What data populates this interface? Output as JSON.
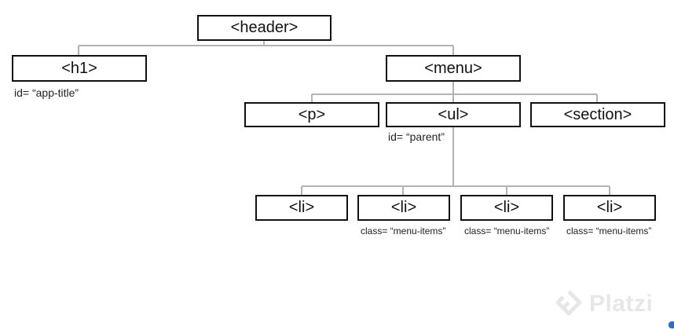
{
  "nodes": {
    "header": "<header>",
    "h1": "<h1>",
    "menu": "<menu>",
    "p": "<p>",
    "ul": "<ul>",
    "section": "<section>",
    "li_1": "<li>",
    "li_2": "<li>",
    "li_3": "<li>",
    "li_4": "<li>"
  },
  "attributes": {
    "h1_id": "id= “app-title”",
    "ul_id": "id= “parent”",
    "li_2_class": "class= “menu-items”",
    "li_3_class": "class= “menu-items”",
    "li_4_class": "class= “menu-items”"
  },
  "watermark": {
    "text": "Platzi"
  },
  "colors": {
    "connector": "#b3b3b3",
    "box_border": "#111111",
    "watermark": "#d4d4d4",
    "accent_dot": "#2a6fd0"
  }
}
